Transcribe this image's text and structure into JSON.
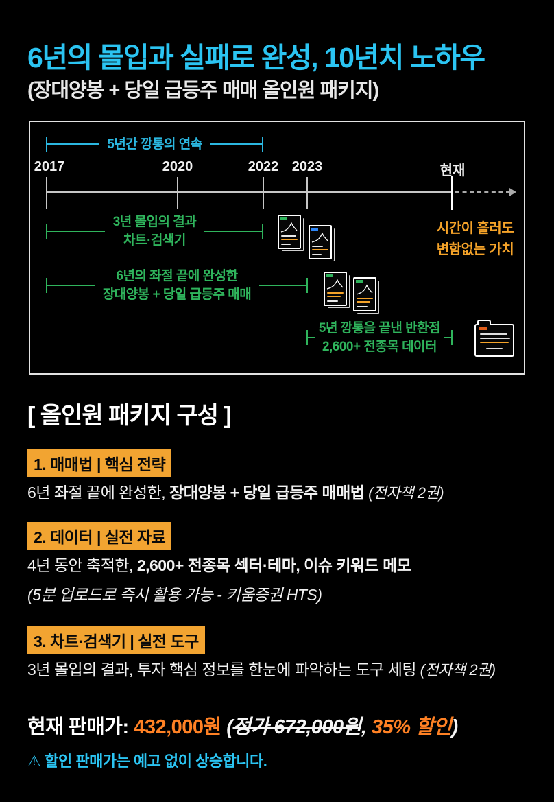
{
  "header": {
    "title": "6년의 몰입과 실패로 완성, 10년치 노하우",
    "subtitle": "(장대양봉 + 당일 급등주 매매 올인원 패키지)"
  },
  "timeline": {
    "years": [
      {
        "label": "2017"
      },
      {
        "label": "2020"
      },
      {
        "label": "2022"
      },
      {
        "label": "2023"
      },
      {
        "label": "현재"
      }
    ],
    "brackets": [
      {
        "color": "blue",
        "line1": "5년간 깡통의 연속",
        "line2": ""
      },
      {
        "color": "green",
        "line1": "3년 몰입의 결과",
        "line2": "차트·검색기"
      },
      {
        "color": "green",
        "line1": "6년의 좌절 끝에 완성한",
        "line2": "장대양봉 + 당일 급등주 매매"
      },
      {
        "color": "green",
        "line1": "5년 깡통을 끝낸 반환점",
        "line2": "2,600+ 전종목 데이터"
      }
    ],
    "side_note": {
      "line1": "시간이 흘러도",
      "line2": "변함없는 가치"
    },
    "icons": {
      "ebooks_2022": "ebook-cover-icons",
      "ebooks_2023": "ebook-cover-icons",
      "data_folder": "folder-icon"
    }
  },
  "package": {
    "heading": "[ 올인원 패키지 구성 ]",
    "items": [
      {
        "label": "1. 매매법 | 핵심 전략",
        "desc_prefix": "6년 좌절 끝에 완성한, ",
        "desc_bold": "장대양봉 + 당일 급등주 매매법",
        "desc_italic": " (전자책 2권)",
        "desc_note": ""
      },
      {
        "label": "2. 데이터 | 실전 자료",
        "desc_prefix": "4년 동안 축적한, ",
        "desc_bold": "2,600+ 전종목 섹터·테마, 이슈 키워드 메모",
        "desc_italic": "",
        "desc_note": "(5분 업로드로  즉시 활용 가능 - 키움증권 HTS)"
      },
      {
        "label": "3. 차트·검색기 | 실전 도구",
        "desc_prefix": "3년 몰입의 결과, 투자 핵심 정보를 한눈에 파악하는 도구 세팅",
        "desc_bold": "",
        "desc_italic": " (전자책 2권)",
        "desc_note": ""
      }
    ]
  },
  "pricing": {
    "label": "현재 판매가:",
    "current_price": "432,000원",
    "paren_open": "(",
    "original_price": "정가 672,000원",
    "separator": ", ",
    "discount": "35% 할인",
    "paren_close": ")",
    "warning_icon": "⚠",
    "warning_text": "할인 판매가는 예고 없이 상승합니다."
  },
  "colors": {
    "accent_cyan": "#2bc4f2",
    "accent_green": "#2fb45c",
    "accent_orange": "#f5a329",
    "highlight_bg": "#f2a431",
    "price_orange": "#ff8124",
    "background": "#000000"
  }
}
